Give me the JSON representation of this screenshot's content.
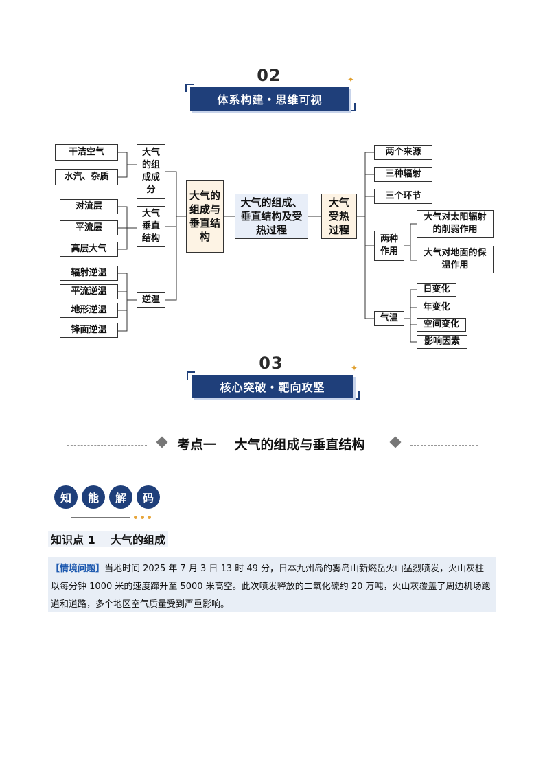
{
  "section2": {
    "number": "02",
    "title": "体系构建・思维可视"
  },
  "section3": {
    "number": "03",
    "title": "核心突破・靶向攻坚"
  },
  "mindmap": {
    "center": "大气的组成、垂直结构及受热过程",
    "left_main": "大气的组成与垂直结构",
    "right_main": "大气受热过程",
    "composition": {
      "label": "大气的组成成分",
      "items": [
        "干洁空气",
        "水汽、杂质"
      ]
    },
    "vertical": {
      "label": "大气垂直结构",
      "items": [
        "对流层",
        "平流层",
        "高层大气"
      ]
    },
    "inversion": {
      "label": "逆温",
      "items": [
        "辐射逆温",
        "平流逆温",
        "地形逆温",
        "锋面逆温"
      ]
    },
    "right_items": [
      "两个来源",
      "三种辐射",
      "三个环节"
    ],
    "effects": {
      "label": "两种作用",
      "items": [
        "大气对太阳辐射的削弱作用",
        "大气对地面的保温作用"
      ]
    },
    "temperature": {
      "label": "气温",
      "items": [
        "日变化",
        "年变化",
        "空间变化",
        "影响因素"
      ]
    }
  },
  "kaodian": {
    "title": "考点一    大气的组成与垂直结构"
  },
  "zhineng": [
    "知",
    "能",
    "解",
    "码"
  ],
  "knowledge_point": {
    "title": "知识点 1    大气的组成"
  },
  "situation": {
    "tag": "【情境问题】",
    "text": "当地时间 2025 年 7 月 3 日 13 时 49 分，日本九州岛的雾岛山新燃岳火山猛烈喷发，火山灰柱以每分钟 1000 米的速度蹿升至 5000 米高空。此次喷发释放的二氧化硫约 20 万吨，火山灰覆盖了周边机场跑道和道路，多个地区空气质量受到严重影响。"
  }
}
